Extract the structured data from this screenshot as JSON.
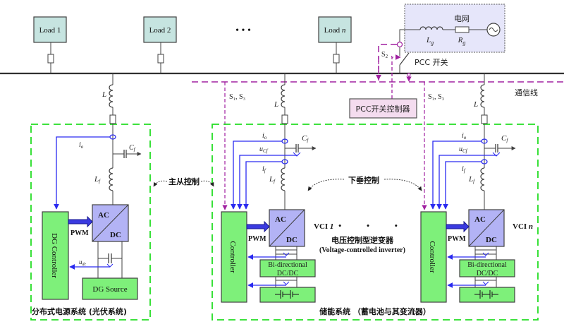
{
  "loads": [
    {
      "label": "Load 1"
    },
    {
      "label": "Load 2"
    },
    {
      "label_main": "Load ",
      "label_italic": "n"
    }
  ],
  "grid": {
    "title": "电网",
    "inductor_label": "L",
    "inductor_sub": "g",
    "resistor_label": "R",
    "resistor_sub": "g"
  },
  "pcc": {
    "switch_label": "PCC 开关",
    "controller_label": "PCC开关控制器",
    "s2_label": "S",
    "s2_sub": "2",
    "comm_line_label": "通信线"
  },
  "signals": {
    "s13_label": "S₁, S₃",
    "io": "i",
    "io_sub": "o",
    "ucf": "u",
    "ucf_sub": "Cf",
    "if": "i",
    "if_sub": "f",
    "udc": "u",
    "udc_sub": "dc",
    "pwm": "PWM"
  },
  "components": {
    "L": "L",
    "Lf": "L",
    "Lf_sub": "f",
    "Cf": "C",
    "Cf_sub": "f",
    "ac": "AC",
    "dc": "DC"
  },
  "dg_system": {
    "controller_label": "DG Controller",
    "source_label": "DG Source",
    "caption": "分布式电源系统 (光伏系统)"
  },
  "storage_system": {
    "controller_label": "Controller",
    "dcdc_line1": "Bi-directional",
    "dcdc_line2": "DC/DC",
    "vci1_prefix": "VCI ",
    "vci1_italic": "1",
    "vcin_prefix": "VCI ",
    "vcin_italic": "n",
    "vci_title_cn": "电压控制型逆变器",
    "vci_title_en": "(Voltage-controlled inverter)",
    "caption": "储能系统 （蓄电池与其变流器）"
  },
  "control_labels": {
    "master_slave": "主从控制",
    "droop": "下垂控制"
  },
  "ellipsis": "• • •",
  "colors": {
    "load_fill": "#c6e4e0",
    "grid_fill": "#e6e6fa",
    "converter_fill": "#b3b3f5",
    "controller_fill": "#7ef07a",
    "pcc_controller_fill": "#f4dcef",
    "comm_line": "#a020a0",
    "signal_line": "#2a2af0",
    "boundary": "#22dd22",
    "wire": "#404040"
  }
}
